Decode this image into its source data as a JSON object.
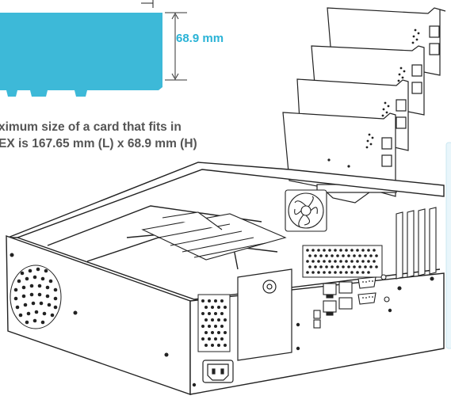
{
  "dimension": {
    "height_label": "68.9 mm"
  },
  "caption": {
    "line1": "ximum size of a card that fits in",
    "line2": "EX is 167.65 mm (L) x 68.9 mm (H)"
  },
  "colors": {
    "card_fill": "#3db9d8",
    "dimension_text": "#2ab3d6",
    "caption_text": "#555555",
    "line_art": "#222222",
    "side_panel": "#e9f6fb"
  },
  "icons": {
    "fan": "fan-icon",
    "ethernet_port": "ethernet-port-icon",
    "serial_port": "serial-port-icon",
    "power_inlet": "power-inlet-icon"
  }
}
